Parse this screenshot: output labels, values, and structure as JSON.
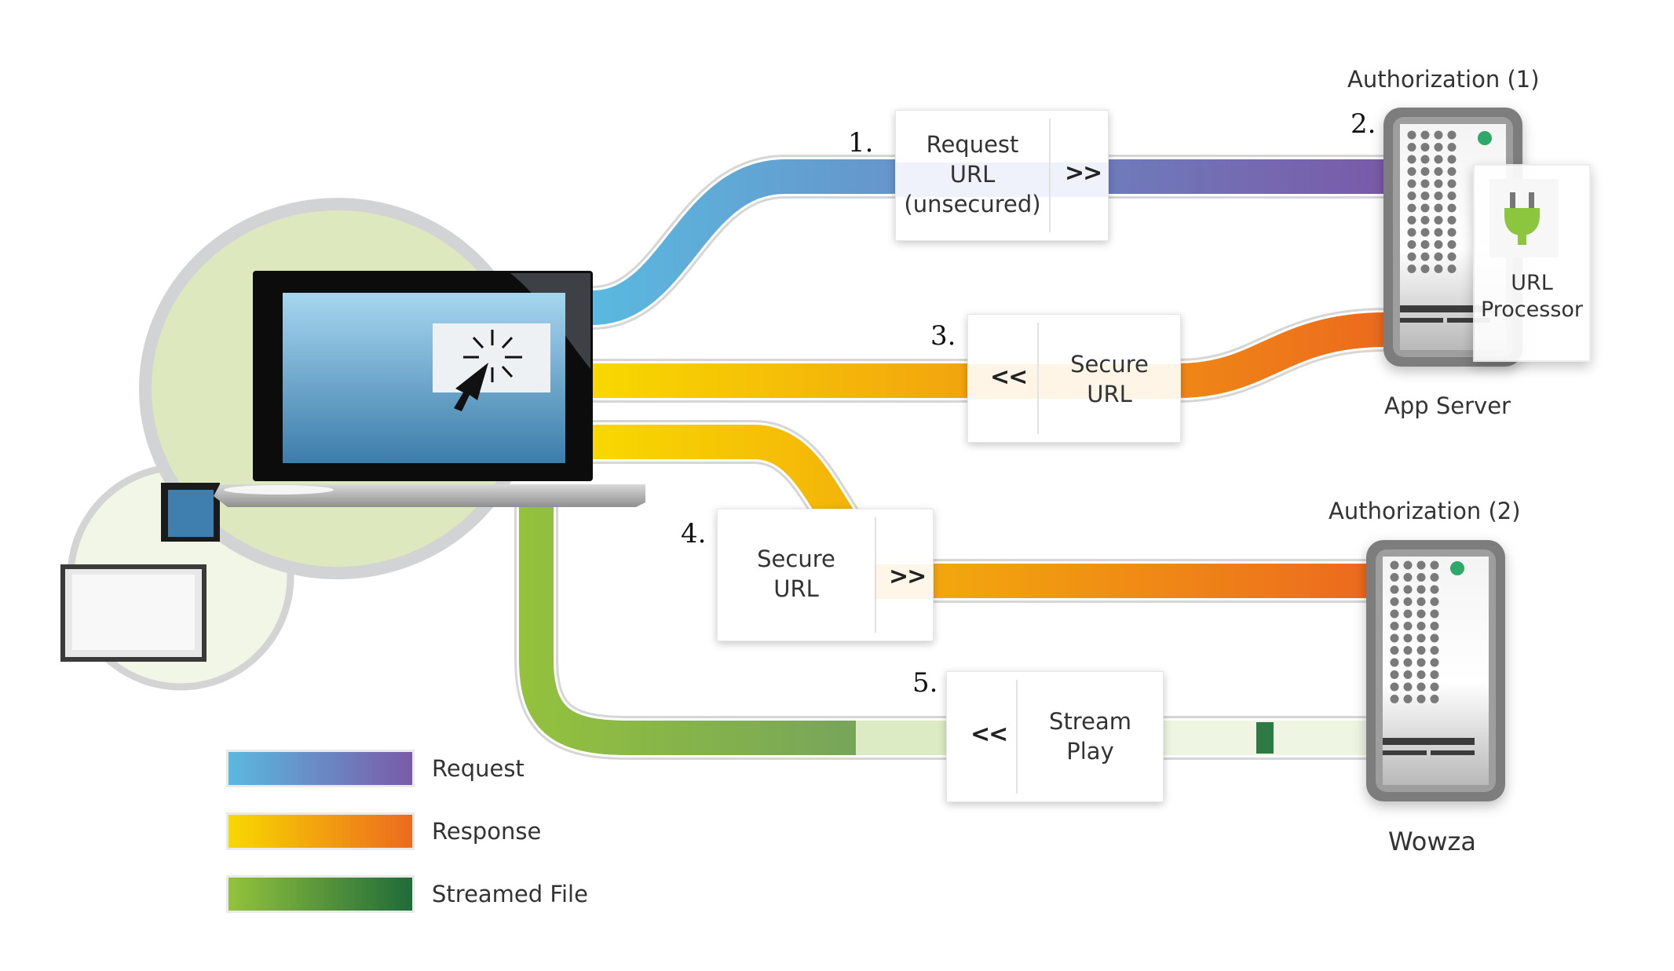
{
  "colors": {
    "request_start": "#5ab9e0",
    "request_end": "#7a5aa8",
    "response_start": "#f8d800",
    "response_end": "#ec6a1e",
    "stream_start": "#94c23c",
    "stream_end": "#1f6b3a",
    "indicator_led": "#2fa96b",
    "plug": "#8cc63f"
  },
  "steps": [
    {
      "number": "1.",
      "text": [
        "Request",
        "URL",
        "(unsecured)"
      ],
      "arrow": ">>",
      "flow": "Request"
    },
    {
      "number": "2.",
      "text": [],
      "arrow": "",
      "flow": "Authorization"
    },
    {
      "number": "3.",
      "text": [
        "Secure",
        "URL"
      ],
      "arrow": "<<",
      "flow": "Response"
    },
    {
      "number": "4.",
      "text": [
        "Secure",
        "URL"
      ],
      "arrow": ">>",
      "flow": "Response"
    },
    {
      "number": "5.",
      "text": [
        "Stream",
        "Play"
      ],
      "arrow": "<<",
      "flow": "Streamed File"
    }
  ],
  "servers": {
    "app_server": {
      "name": "App Server",
      "heading": "Authorization (1)",
      "plugin_label": [
        "URL",
        "Processor"
      ],
      "plugin_icon": "plug-icon"
    },
    "wowza": {
      "name": "Wowza",
      "heading": "Authorization (2)"
    }
  },
  "client": {
    "icon": "laptop-click-icon"
  },
  "legend": [
    {
      "label": "Request",
      "key": "request"
    },
    {
      "label": "Response",
      "key": "response"
    },
    {
      "label": "Streamed File",
      "key": "stream"
    }
  ]
}
